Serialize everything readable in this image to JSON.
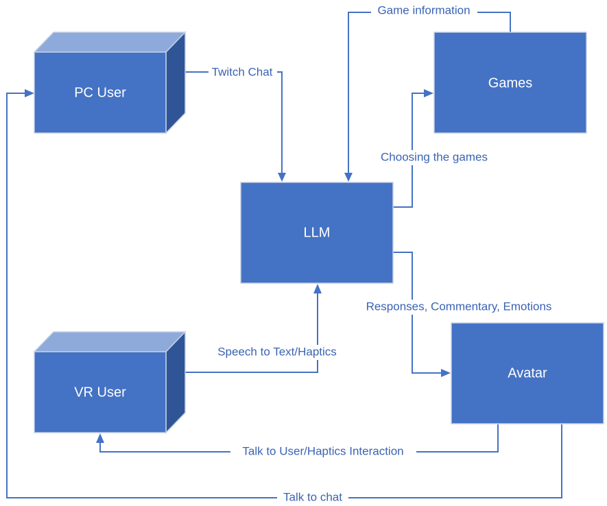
{
  "nodes": {
    "pc_user": "PC User",
    "vr_user": "VR User",
    "llm": "LLM",
    "games": "Games",
    "avatar": "Avatar"
  },
  "edges": {
    "twitch_chat": "Twitch Chat",
    "game_information": "Game information",
    "choosing_games": "Choosing the games",
    "responses": "Responses, Commentary, Emotions",
    "speech_to_text": "Speech to Text/Haptics",
    "talk_to_user": "Talk to User/Haptics Interaction",
    "talk_to_chat": "Talk to chat"
  },
  "colors": {
    "box_fill": "#4472c4",
    "box_top": "#8eaadb",
    "box_side": "#2f5597",
    "edge": "#4472c4",
    "edge_text": "#3a63b3"
  }
}
